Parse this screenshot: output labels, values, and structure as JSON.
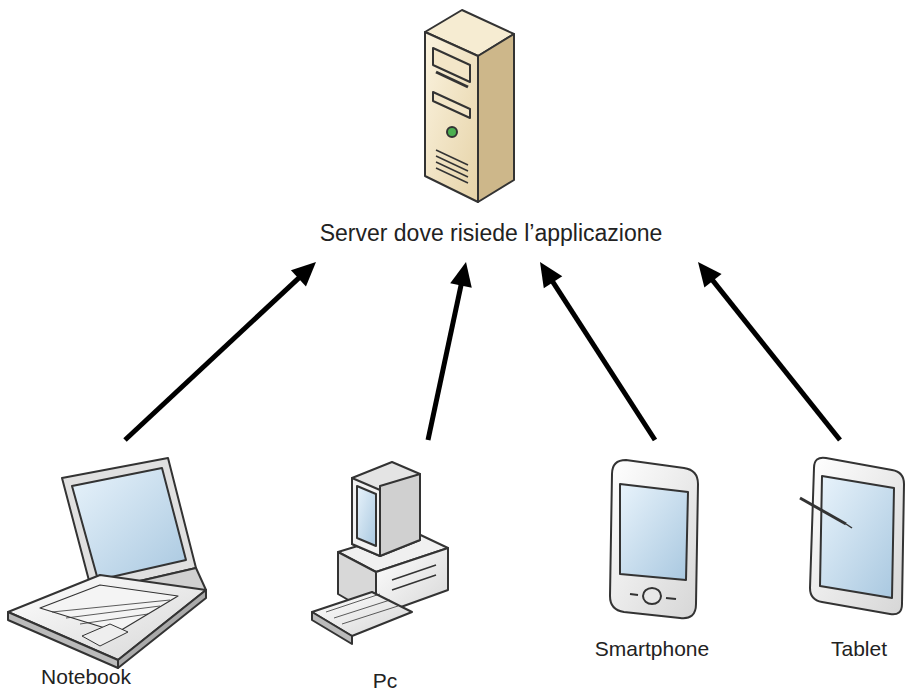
{
  "diagram": {
    "nodes": [
      {
        "text": [
          "Server dove risiede l’applicazione"
        ]
      },
      {
        "text": [
          "Notebook"
        ]
      },
      {
        "text": [
          "Pc"
        ]
      },
      {
        "text": [
          "Smartphone"
        ]
      },
      {
        "text": [
          "Tablet"
        ]
      }
    ],
    "edges": [
      {
        "from": 1,
        "to": 0,
        "arrow": "to"
      },
      {
        "from": 2,
        "to": 0,
        "arrow": "to"
      },
      {
        "from": 3,
        "to": 0,
        "arrow": "to"
      },
      {
        "from": 4,
        "to": 0,
        "arrow": "to"
      }
    ]
  }
}
